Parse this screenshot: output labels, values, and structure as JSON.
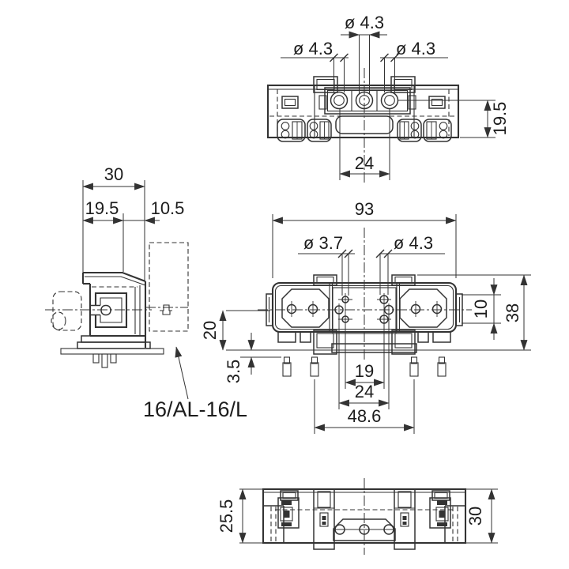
{
  "drawing": {
    "callout_label": "16/AL-16/L",
    "colors": {
      "line": "#333333",
      "text": "#1c1c1c",
      "background": "#ffffff"
    },
    "top_view": {
      "dia_center": "ø 4.3",
      "dia_left": "ø 4.3",
      "dia_right": "ø 4.3",
      "height": "19.5",
      "port_spacing": "24"
    },
    "side_view": {
      "overall_width": "30",
      "body_width": "19.5",
      "overhang": "10.5"
    },
    "plan_view": {
      "overall_width": "93",
      "dia_small": "ø 3.7",
      "dia_large": "ø 4.3",
      "overall_height": "38",
      "boss_height": "10",
      "base_to_center": "20",
      "pin_offset": "3.5",
      "spacing_inner": "19",
      "spacing_mid": "24",
      "spacing_outer": "48.6"
    },
    "bottom_view": {
      "height_left": "25.5",
      "height_right": "30"
    }
  }
}
